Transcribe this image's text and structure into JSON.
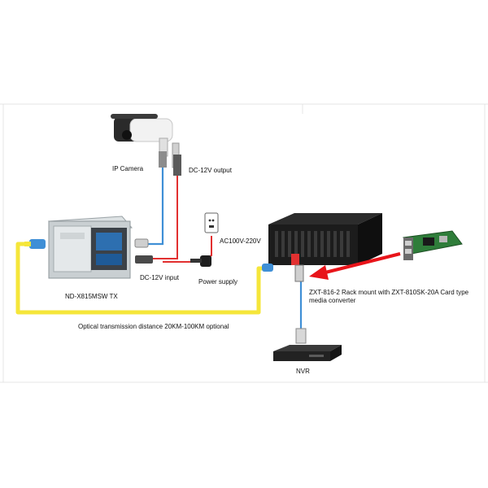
{
  "labels": {
    "ip_camera": "IP Camera",
    "dc_output": "DC-12V output",
    "ac_power": "AC100V-220V",
    "dc_input": "DC-12V input",
    "power_supply": "Power supply",
    "nd_box": "ND-X815MSW  TX",
    "rack_line1": "ZXT-816-2 Rack mount with ZXT-810SK-20A Card type",
    "rack_line2": "media converter",
    "distance": "Optical transmission distance 20KM-100KM optional",
    "nvr": "NVR"
  },
  "colors": {
    "fiber": "#f5e63a",
    "network": "#3f8fd6",
    "power": "#e23030",
    "arrow": "#e8141a",
    "device_dark": "#1c1c1c",
    "box_grey": "#c9cfd2",
    "pcb_green": "#2f7d3a"
  },
  "icons": [
    "ip-camera-icon",
    "wall-socket-icon",
    "power-adapter-icon",
    "outdoor-box-icon",
    "rack-chassis-icon",
    "converter-card-icon",
    "nvr-icon",
    "fiber-connector-icon",
    "rj45-connector-icon"
  ]
}
